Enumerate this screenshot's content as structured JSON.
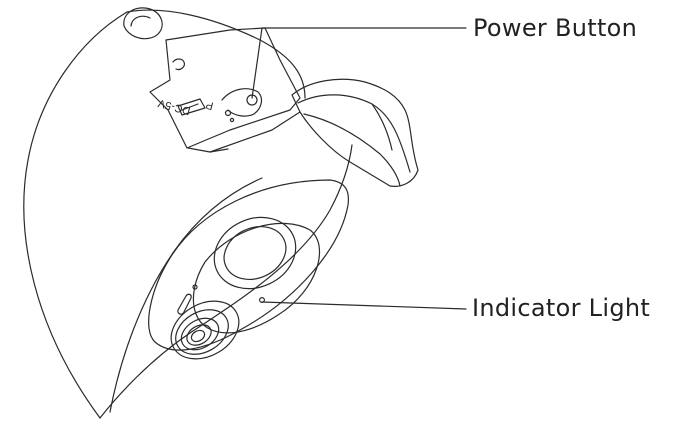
{
  "labels": {
    "power_button": "Power Button",
    "indicator_light": "Indicator Light"
  },
  "port_text": {
    "dc_label": "DC-5V",
    "p_label": "P"
  },
  "colors": {
    "line": "#2b2b2b",
    "text": "#222222",
    "background": "#ffffff"
  }
}
